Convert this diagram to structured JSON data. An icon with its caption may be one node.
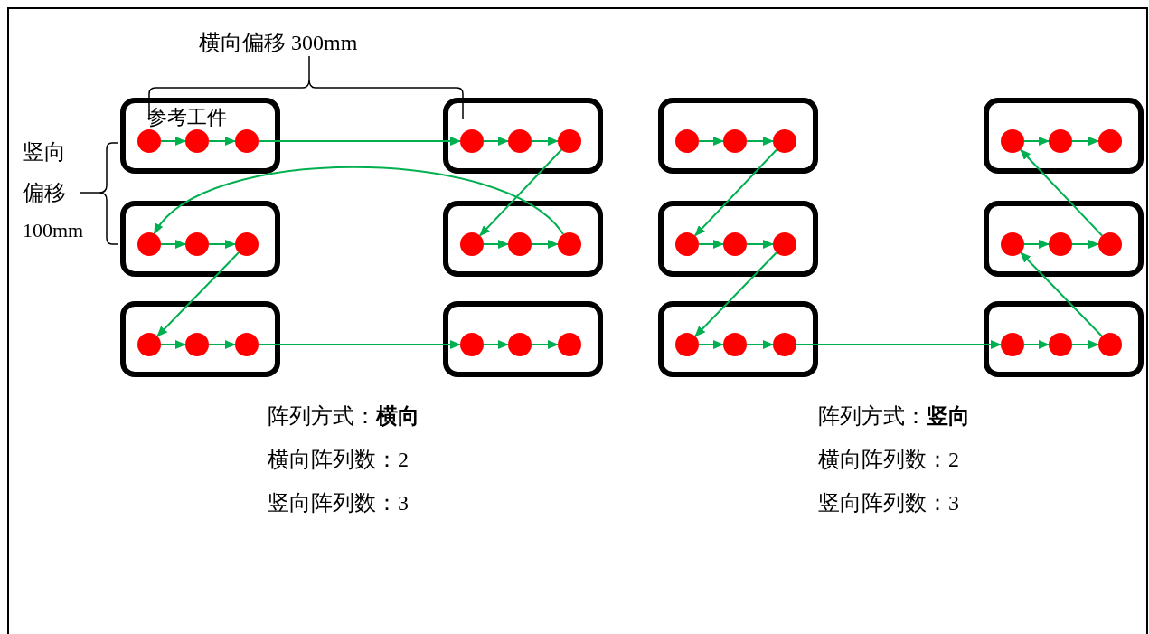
{
  "diagram": {
    "nodes": [
      {
        "text": [
          "参考工件"
        ]
      },
      {
        "text": [],
        "shape": "circle",
        "in": 0
      },
      {
        "text": [],
        "shape": "circle",
        "in": 0
      },
      {
        "text": [],
        "shape": "circle",
        "in": 0
      },
      {
        "text": [],
        "shape": "box"
      },
      {
        "text": [],
        "shape": "circle",
        "in": 4
      },
      {
        "text": [],
        "shape": "circle",
        "in": 4
      },
      {
        "text": [],
        "shape": "circle",
        "in": 4
      },
      {
        "text": [],
        "shape": "box"
      },
      {
        "text": [],
        "shape": "circle",
        "in": 8
      },
      {
        "text": [],
        "shape": "circle",
        "in": 8
      },
      {
        "text": [],
        "shape": "circle",
        "in": 8
      },
      {
        "text": [],
        "shape": "box"
      },
      {
        "text": [],
        "shape": "circle",
        "in": 12
      },
      {
        "text": [],
        "shape": "circle",
        "in": 12
      },
      {
        "text": [],
        "shape": "circle",
        "in": 12
      },
      {
        "text": [],
        "shape": "box"
      },
      {
        "text": [],
        "shape": "circle",
        "in": 16
      },
      {
        "text": [],
        "shape": "circle",
        "in": 16
      },
      {
        "text": [],
        "shape": "circle",
        "in": 16
      },
      {
        "text": [],
        "shape": "box"
      },
      {
        "text": [],
        "shape": "circle",
        "in": 20
      },
      {
        "text": [],
        "shape": "circle",
        "in": 20
      },
      {
        "text": [],
        "shape": "circle",
        "in": 20
      },
      {
        "text": [],
        "shape": "box"
      },
      {
        "text": [],
        "shape": "circle",
        "in": 24
      },
      {
        "text": [],
        "shape": "circle",
        "in": 24
      },
      {
        "text": [],
        "shape": "circle",
        "in": 24
      },
      {
        "text": [],
        "shape": "box"
      },
      {
        "text": [],
        "shape": "circle",
        "in": 28
      },
      {
        "text": [],
        "shape": "circle",
        "in": 28
      },
      {
        "text": [],
        "shape": "circle",
        "in": 28
      },
      {
        "text": [],
        "shape": "box"
      },
      {
        "text": [],
        "shape": "circle",
        "in": 32
      },
      {
        "text": [],
        "shape": "circle",
        "in": 32
      },
      {
        "text": [],
        "shape": "circle",
        "in": 32
      },
      {
        "text": [],
        "shape": "box"
      },
      {
        "text": [],
        "shape": "circle",
        "in": 36
      },
      {
        "text": [],
        "shape": "circle",
        "in": 36
      },
      {
        "text": [],
        "shape": "circle",
        "in": 36
      },
      {
        "text": [],
        "shape": "box"
      },
      {
        "text": [],
        "shape": "circle",
        "in": 40
      },
      {
        "text": [],
        "shape": "circle",
        "in": 40
      },
      {
        "text": [],
        "shape": "circle",
        "in": 40
      },
      {
        "text": [],
        "shape": "box"
      },
      {
        "text": [],
        "shape": "circle",
        "in": 44
      },
      {
        "text": [],
        "shape": "circle",
        "in": 44
      },
      {
        "text": [],
        "shape": "circle",
        "in": 44
      }
    ],
    "edges": [
      {
        "from": 1,
        "to": 2,
        "arrow": "to"
      },
      {
        "from": 2,
        "to": 3,
        "arrow": "to"
      },
      {
        "from": 5,
        "to": 6,
        "arrow": "to"
      },
      {
        "from": 6,
        "to": 7,
        "arrow": "to"
      },
      {
        "from": 9,
        "to": 10,
        "arrow": "to"
      },
      {
        "from": 10,
        "to": 11,
        "arrow": "to"
      },
      {
        "from": 13,
        "to": 14,
        "arrow": "to"
      },
      {
        "from": 14,
        "to": 15,
        "arrow": "to"
      },
      {
        "from": 17,
        "to": 18,
        "arrow": "to"
      },
      {
        "from": 18,
        "to": 19,
        "arrow": "to"
      },
      {
        "from": 21,
        "to": 22,
        "arrow": "to"
      },
      {
        "from": 22,
        "to": 23,
        "arrow": "to"
      },
      {
        "from": 25,
        "to": 26,
        "arrow": "to"
      },
      {
        "from": 26,
        "to": 27,
        "arrow": "to"
      },
      {
        "from": 29,
        "to": 30,
        "arrow": "to"
      },
      {
        "from": 30,
        "to": 31,
        "arrow": "to"
      },
      {
        "from": 33,
        "to": 34,
        "arrow": "to"
      },
      {
        "from": 34,
        "to": 35,
        "arrow": "to"
      },
      {
        "from": 37,
        "to": 38,
        "arrow": "to"
      },
      {
        "from": 38,
        "to": 39,
        "arrow": "to"
      },
      {
        "from": 41,
        "to": 42,
        "arrow": "to"
      },
      {
        "from": 42,
        "to": 43,
        "arrow": "to"
      },
      {
        "from": 45,
        "to": 46,
        "arrow": "to"
      },
      {
        "from": 46,
        "to": 47,
        "arrow": "to"
      },
      {
        "from": 3,
        "to": 5,
        "arrow": "to"
      },
      {
        "from": 7,
        "to": 13,
        "arrow": "to"
      },
      {
        "from": 15,
        "to": 9,
        "arrow": "to"
      },
      {
        "from": 11,
        "to": 17,
        "arrow": "to"
      },
      {
        "from": 19,
        "to": 21,
        "arrow": "to"
      },
      {
        "from": 27,
        "to": 33,
        "arrow": "to"
      },
      {
        "from": 35,
        "to": 41,
        "arrow": "to"
      },
      {
        "from": 43,
        "to": 45,
        "arrow": "to"
      },
      {
        "from": 47,
        "to": 37,
        "arrow": "to"
      },
      {
        "from": 39,
        "to": 29,
        "arrow": "to"
      }
    ],
    "labels": [
      "横向偏移 300mm",
      "竖向",
      "偏移",
      "100mm",
      "阵列方式：**横向**",
      "横向阵列数：2",
      "竖向阵列数：3",
      "阵列方式：**竖向**",
      "横向阵列数：2",
      "竖向阵列数：3"
    ]
  }
}
